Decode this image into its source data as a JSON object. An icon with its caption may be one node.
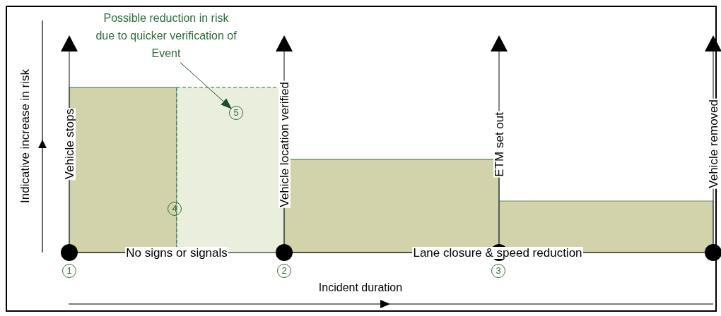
{
  "diagram": {
    "nodes": [
      {
        "text": [
          "Possible reduction in risk due to quicker verification of Event"
        ]
      },
      {
        "text": [
          "5"
        ]
      },
      {
        "text": [
          "4"
        ]
      },
      {
        "text": [
          "1"
        ]
      },
      {
        "text": [
          "2"
        ]
      },
      {
        "text": [
          "3"
        ]
      }
    ],
    "edges": [
      {
        "from": 0,
        "to": 1,
        "arrow": "to"
      }
    ],
    "labels": [
      "Indicative increase in risk",
      "Vehicle stops",
      "Vehicle location verified",
      "ETM set out",
      "Vehicle removed",
      "No signs or signals",
      "Lane closure & speed reduction",
      "Incident duration"
    ]
  }
}
